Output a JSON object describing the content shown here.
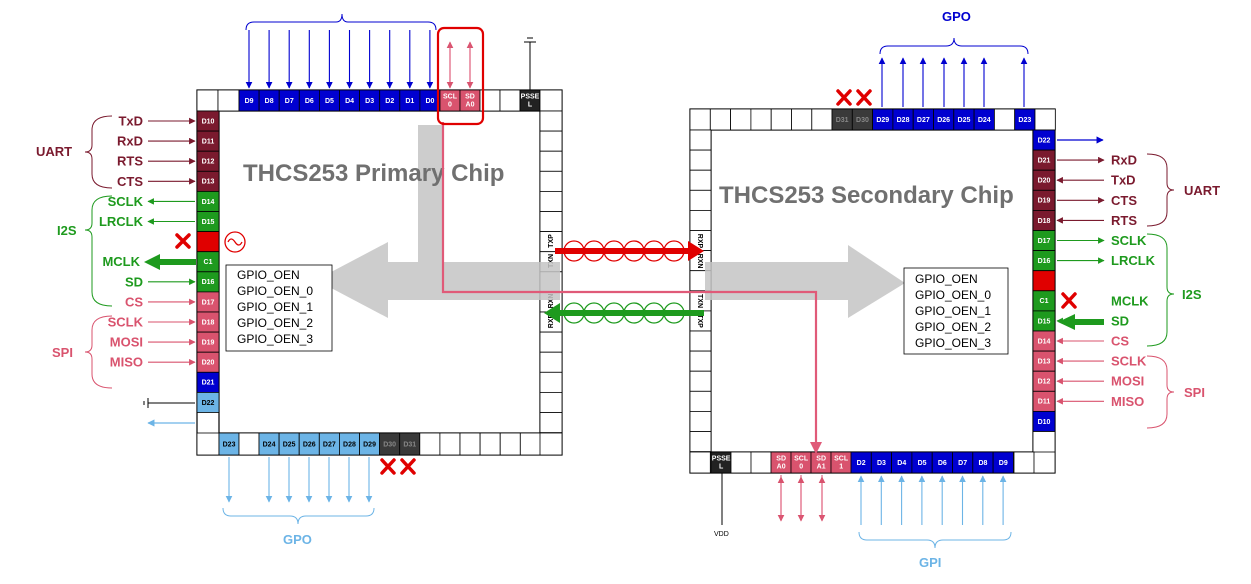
{
  "colors": {
    "uart": "#7a1a2e",
    "i2s": "#1e9a1e",
    "spi": "#d9536e",
    "gpio_dark": "#0000d0",
    "gpio_light": "#6cb4e6",
    "nc": "#3a3a3a",
    "pink_line": "#e05a78",
    "highlight": "#e00000",
    "arrow_gray": "#c4c4c4"
  },
  "primary": {
    "title": "THCS253 Primary Chip",
    "top_pins": [
      "D9",
      "D8",
      "D7",
      "D6",
      "D5",
      "D4",
      "D3",
      "D2",
      "D1",
      "D0"
    ],
    "i2c_pins": [
      {
        "l1": "SCL",
        "l2": "0"
      },
      {
        "l1": "SD",
        "l2": "A0"
      }
    ],
    "psse": {
      "l1": "PSSE",
      "l2": "L"
    },
    "left_pins": [
      "D10",
      "D11",
      "D12",
      "D13",
      "D14",
      "D15",
      "",
      "C1",
      "D16",
      "D17",
      "D18",
      "D19",
      "D20",
      "D21",
      "D22"
    ],
    "left_labels": {
      "uart": [
        "TxD",
        "RxD",
        "RTS",
        "CTS"
      ],
      "i2s": [
        "SCLK",
        "LRCLK",
        "MCLK",
        "SD"
      ],
      "spi": [
        "CS",
        "SCLK",
        "MOSI",
        "MISO"
      ]
    },
    "bottom_pins": [
      "D23",
      "",
      "D24",
      "D25",
      "D26",
      "D27",
      "D28",
      "D29",
      "D30",
      "D31"
    ],
    "gpio_oen": [
      "GPIO_OEN",
      "GPIO_OEN_0",
      "GPIO_OEN_1",
      "GPIO_OEN_2",
      "GPIO_OEN_3"
    ],
    "serdes": [
      "TXP",
      "TXN",
      "RXN",
      "RXP"
    ]
  },
  "secondary": {
    "title": "THCS253 Secondary Chip",
    "top_pins": [
      "D31",
      "D30",
      "D29",
      "D28",
      "D27",
      "D26",
      "D25",
      "D24",
      "",
      "D23"
    ],
    "right_pins": [
      "D22",
      "D21",
      "D20",
      "D19",
      "D18",
      "D17",
      "D16",
      "",
      "C1",
      "D15",
      "D14",
      "D13",
      "D12",
      "D11",
      "D10"
    ],
    "right_labels": {
      "uart": [
        "RxD",
        "TxD",
        "CTS",
        "RTS"
      ],
      "i2s": [
        "SCLK",
        "LRCLK",
        "MCLK",
        "SD"
      ],
      "spi": [
        "CS",
        "SCLK",
        "MOSI",
        "MISO"
      ]
    },
    "bottom_pins": [
      "SD A0",
      "SCL 0",
      "SD A1",
      "SCL 1",
      "D2",
      "D3",
      "D4",
      "D5",
      "D6",
      "D7",
      "D8",
      "D9"
    ],
    "psse": {
      "l1": "PSSE",
      "l2": "L"
    },
    "gpio_oen": [
      "GPIO_OEN",
      "GPIO_OEN_0",
      "GPIO_OEN_1",
      "GPIO_OEN_2",
      "GPIO_OEN_3"
    ],
    "serdes": [
      "RXP",
      "RXN",
      "TXN",
      "TXP"
    ]
  },
  "groups": {
    "uart": "UART",
    "i2s": "I2S",
    "spi": "SPI",
    "gpo": "GPO",
    "gpi": "GPI",
    "vdd": "VDD"
  }
}
